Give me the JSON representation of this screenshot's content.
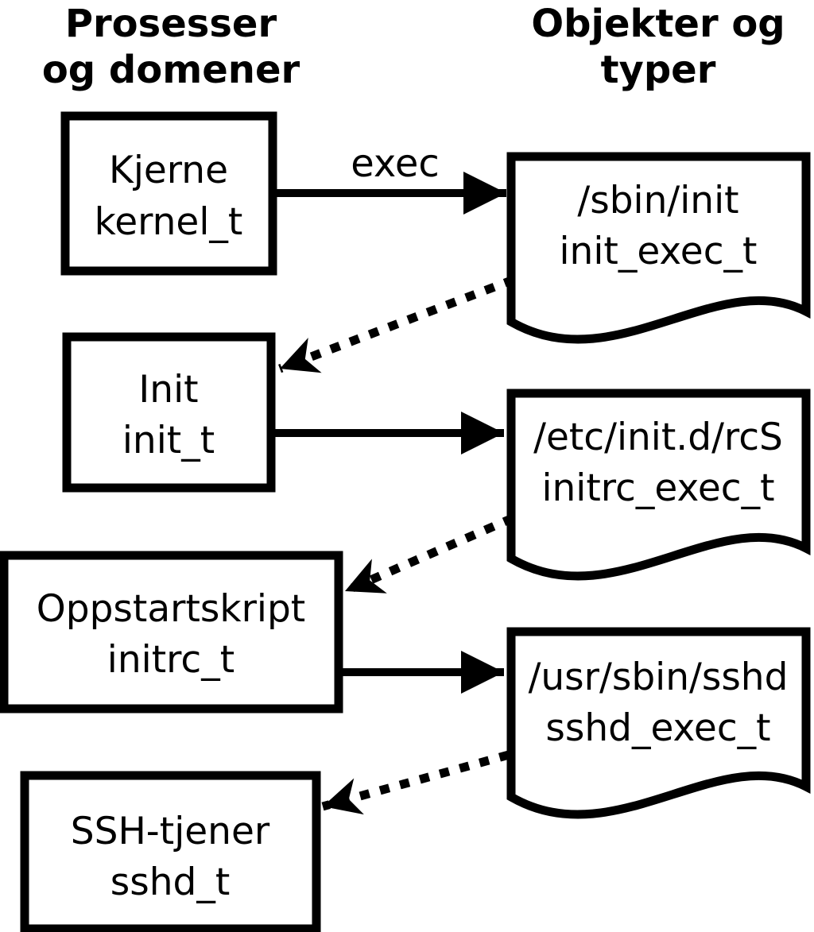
{
  "diagram": {
    "background": "#ffffff",
    "stroke_color": "#000000",
    "text_color": "#000000",
    "headers": {
      "processes": {
        "line1": "Prosesser",
        "line2": "og domener"
      },
      "objects": {
        "line1": "Objekter og",
        "line2": "typer"
      }
    },
    "edge_label": "exec",
    "processes": [
      {
        "name": "Kjerne",
        "type": "kernel_t"
      },
      {
        "name": "Init",
        "type": "init_t"
      },
      {
        "name": "Oppstartskript",
        "type": "initrc_t"
      },
      {
        "name": "SSH-tjener",
        "type": "sshd_t"
      }
    ],
    "objects": [
      {
        "path": "/sbin/init",
        "type": "init_exec_t"
      },
      {
        "path": "/etc/init.d/rcS",
        "type": "initrc_exec_t"
      },
      {
        "path": "/usr/sbin/sshd",
        "type": "sshd_exec_t"
      }
    ]
  }
}
